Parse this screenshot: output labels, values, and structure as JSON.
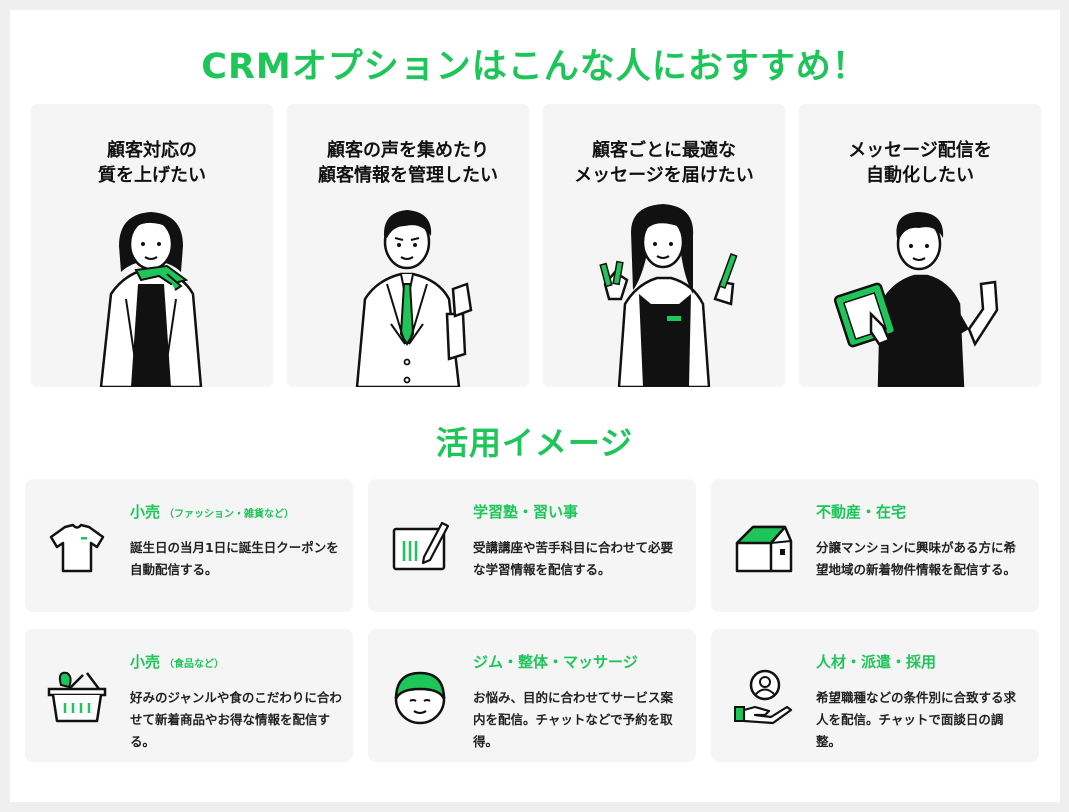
{
  "title": "CRMオプションはこんな人におすすめ！",
  "personas": [
    {
      "line1": "顧客対応の",
      "line2": "質を上げたい",
      "icon": "woman-with-scarf-illustration"
    },
    {
      "line1": "顧客の声を集めたり",
      "line2": "顧客情報を管理したい",
      "icon": "man-in-suit-illustration"
    },
    {
      "line1": "顧客ごとに最適な",
      "line2": "メッセージを届けたい",
      "icon": "woman-in-apron-illustration"
    },
    {
      "line1": "メッセージ配信を",
      "line2": "自動化したい",
      "icon": "man-with-clipboard-illustration"
    }
  ],
  "subtitle": "活用イメージ",
  "usecases": [
    {
      "title": "小売",
      "note": "（ファッション・雑貨など）",
      "text": "誕生日の当月1日に誕生日クーポンを自動配信する。",
      "icon": "tshirt-icon"
    },
    {
      "title": "学習塾・習い事",
      "note": "",
      "text": "受講講座や苦手科目に合わせて必要な学習情報を配信する。",
      "icon": "notebook-pen-icon"
    },
    {
      "title": "不動産・在宅",
      "note": "",
      "text": "分譲マンションに興味がある方に希望地域の新着物件情報を配信する。",
      "icon": "house-icon"
    },
    {
      "title": "小売",
      "note": "（食品など）",
      "text": "好みのジャンルや食のこだわりに合わせて新着商品やお得な情報を配信する。",
      "icon": "shopping-basket-icon"
    },
    {
      "title": "ジム・整体・マッサージ",
      "note": "",
      "text": "お悩み、目的に合わせてサービス案内を配信。チャットなどで予約を取得。",
      "icon": "face-towel-icon"
    },
    {
      "title": "人材・派遣・採用",
      "note": "",
      "text": "希望職種などの条件別に合致する求人を配信。チャットで面談日の調整。",
      "icon": "hand-person-icon"
    }
  ],
  "colors": {
    "accent": "#1ec65a",
    "card": "#f5f5f5",
    "ink": "#111111"
  }
}
